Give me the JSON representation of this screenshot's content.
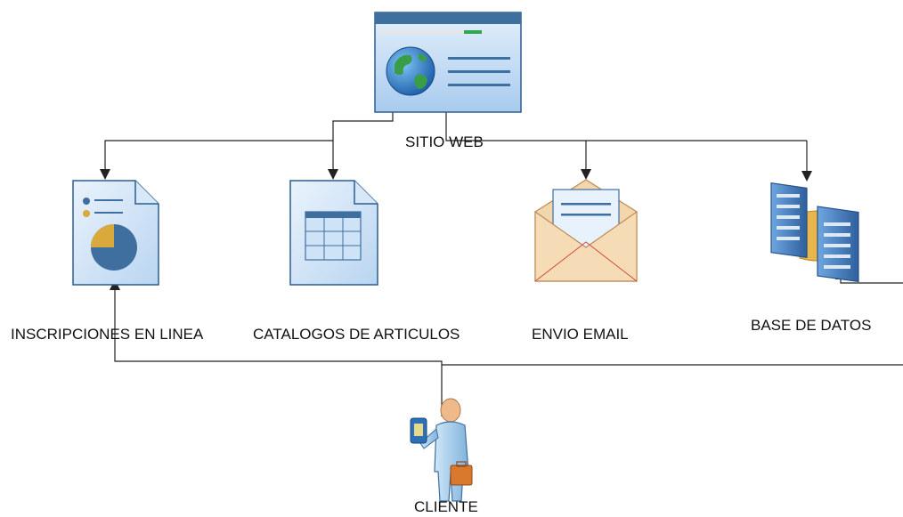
{
  "diagram": {
    "site": {
      "label": "SITIO WEB"
    },
    "nodes": [
      {
        "id": "inscripciones",
        "label": "INSCRIPCIONES EN LINEA",
        "icon": "report-document-icon"
      },
      {
        "id": "catalogos",
        "label": "CATALOGOS DE ARTICULOS",
        "icon": "table-document-icon"
      },
      {
        "id": "email",
        "label": "ENVIO EMAIL",
        "icon": "envelope-icon"
      },
      {
        "id": "bd",
        "label": "BASE DE DATOS",
        "icon": "database-servers-icon"
      }
    ],
    "client": {
      "label": "CLIENTE",
      "icon": "user-with-device-icon"
    }
  },
  "colors": {
    "line": "#222222",
    "blue_light": "#cfe3f7",
    "blue_mid": "#9cc3ea",
    "blue_dark": "#3f6f9e",
    "envelope": "#f2d6ad",
    "server": "#4a83c4",
    "gold": "#d9a93c",
    "briefcase": "#d9792e"
  }
}
